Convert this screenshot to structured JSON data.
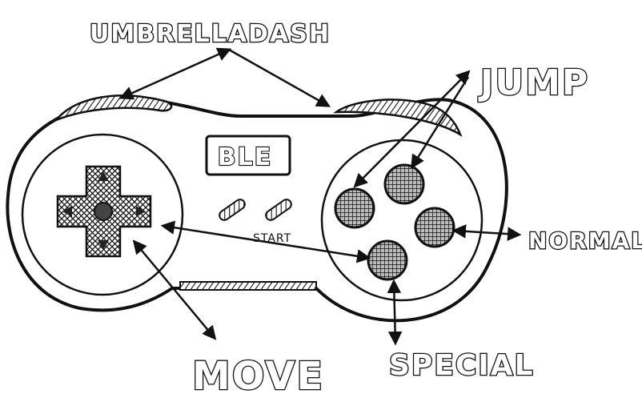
{
  "labels": {
    "umbrella_dash": "UMBRELLADASH",
    "jump": "JUMP",
    "normal": "NORMAL",
    "special": "SPECIAL",
    "move": "MOVE"
  },
  "controller": {
    "screen_text": "BLE",
    "start_label": "START"
  },
  "colors": {
    "ink": "#111111",
    "paper": "#ffffff"
  }
}
